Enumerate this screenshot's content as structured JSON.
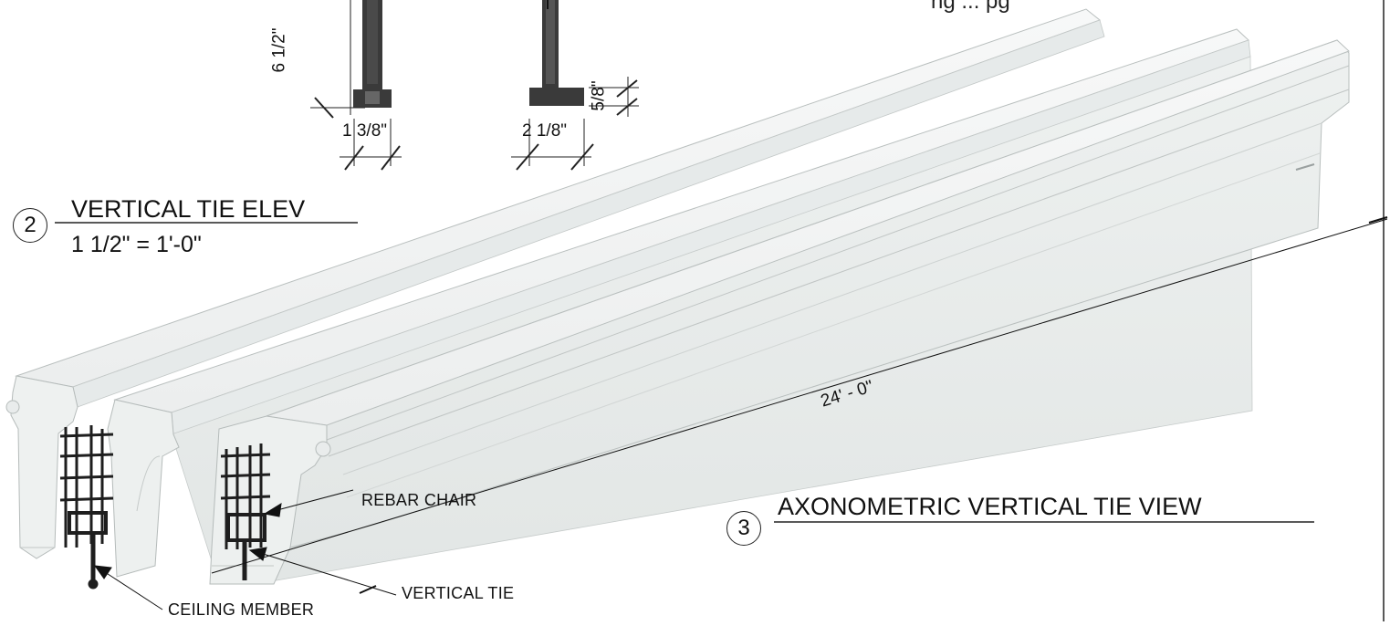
{
  "sheet": {
    "top_note": "ng ... pg"
  },
  "elevation_view": {
    "number": "2",
    "title": "VERTICAL TIE ELEV",
    "scale": "1 1/2\" = 1'-0\"",
    "dims": {
      "height": "6 1/2\"",
      "left_width": "1 3/8\"",
      "right_width": "2 1/8\"",
      "flange": "5/8\""
    }
  },
  "axonometric_view": {
    "number": "3",
    "title": "AXONOMETRIC VERTICAL TIE VIEW",
    "length_dim": "24' - 0\"",
    "callouts": {
      "rebar_chair": "REBAR CHAIR",
      "vertical_tie": "VERTICAL TIE",
      "ceiling_member": "CEILING MEMBER"
    }
  },
  "colors": {
    "concrete_light": "#f1f4f3",
    "concrete_shade": "#d9dddc",
    "steel": "#2a2a2a",
    "line": "#111111"
  }
}
